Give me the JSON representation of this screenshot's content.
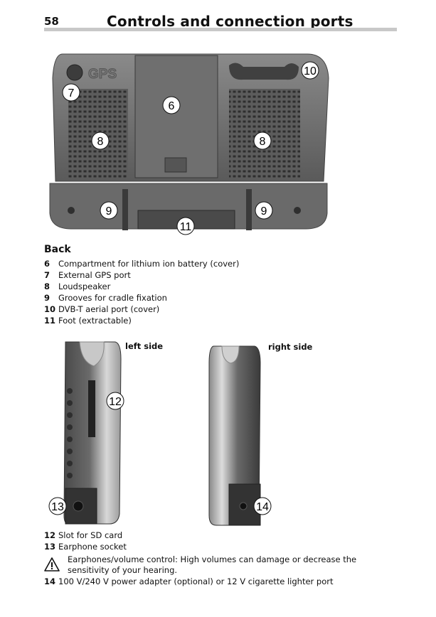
{
  "header": {
    "page_number": "58",
    "title": "Controls and connection ports"
  },
  "figure_back": {
    "logo_text": "GPS",
    "callouts": [
      "6",
      "7",
      "8",
      "8",
      "9",
      "9",
      "10",
      "11"
    ]
  },
  "back_section": {
    "title": "Back",
    "items": [
      {
        "num": "6",
        "text": "Compartment for lithium ion battery (cover)"
      },
      {
        "num": "7",
        "text": "External GPS port"
      },
      {
        "num": "8",
        "text": "Loudspeaker"
      },
      {
        "num": "9",
        "text": "Grooves for cradle fixation"
      },
      {
        "num": "10",
        "text": "DVB-T aerial port (cover)"
      },
      {
        "num": "11",
        "text": "Foot (extractable)"
      }
    ]
  },
  "sides": {
    "left_label": "left side",
    "right_label": "right side",
    "callouts": [
      "12",
      "13",
      "14"
    ]
  },
  "side_items": [
    {
      "num": "12",
      "text": "Slot for SD card"
    },
    {
      "num": "13",
      "text": "Earphone socket"
    }
  ],
  "warning": {
    "icon": "warning-triangle-icon",
    "text": "Earphones/volume control: High volumes can damage or decrease the sensitivity of your hearing."
  },
  "last_item": {
    "num": "14",
    "text": "100 V/240 V power adapter (optional) or 12 V cigarette lighter port"
  }
}
